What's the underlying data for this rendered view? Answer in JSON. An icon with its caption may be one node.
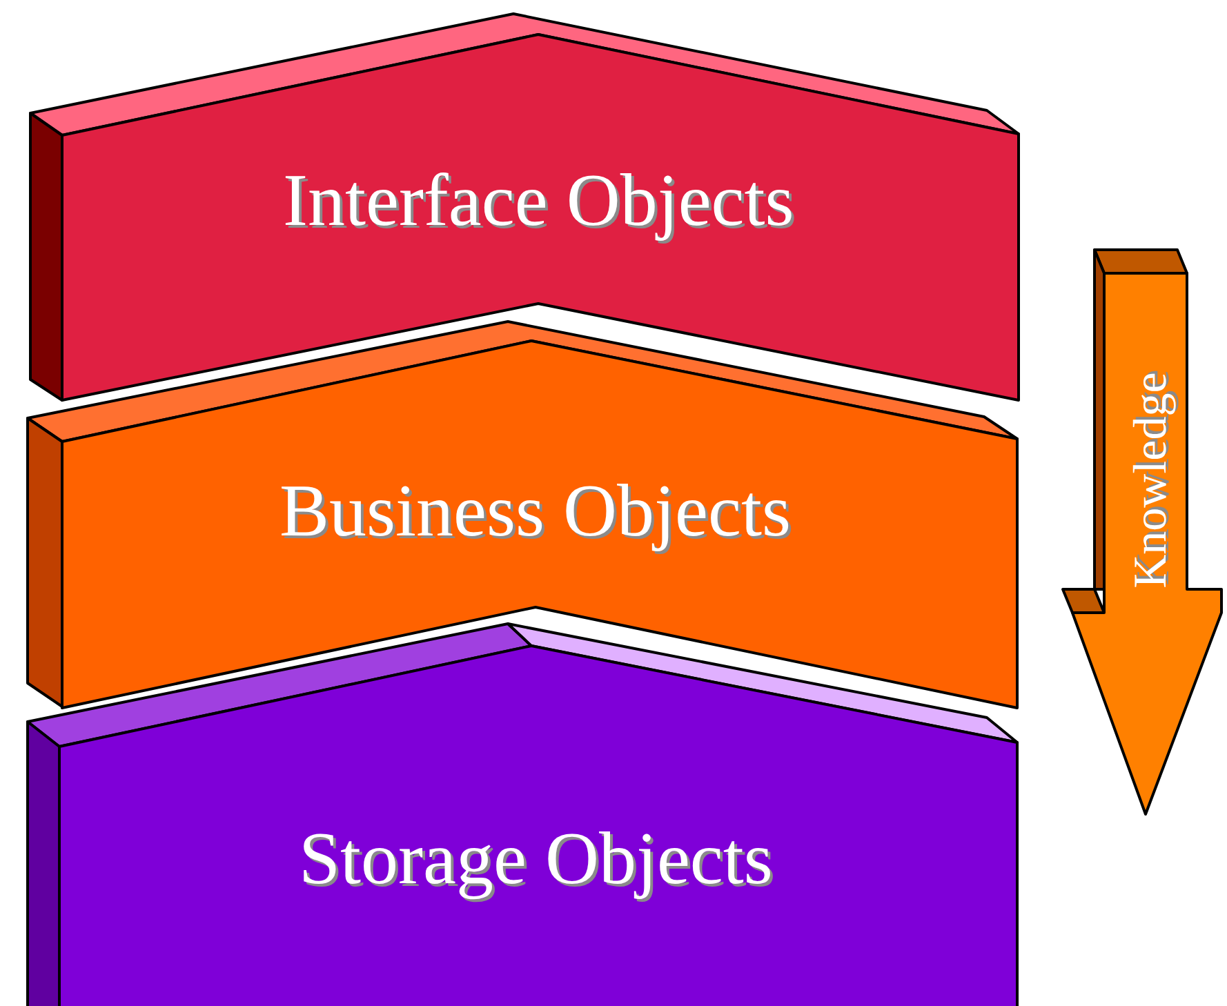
{
  "diagram": {
    "nodes": [
      {
        "text": [
          "Interface Objects"
        ]
      },
      {
        "text": [
          "Business Objects"
        ]
      },
      {
        "text": [
          "Storage Objects"
        ]
      },
      {
        "text": [
          "Knowledge"
        ]
      }
    ]
  }
}
